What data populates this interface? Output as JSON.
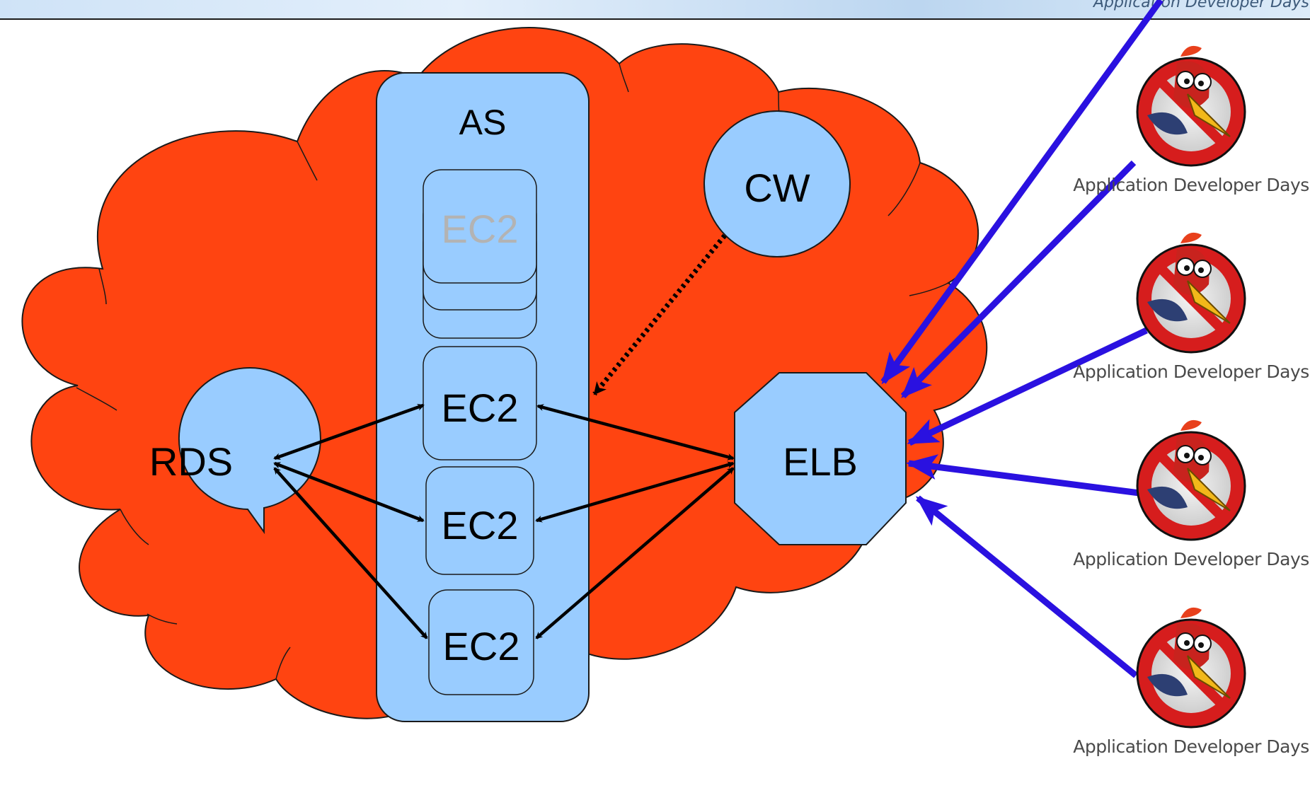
{
  "header": {
    "caption": "Application Developer Days"
  },
  "nodes": {
    "autoscaling": {
      "label": "AS"
    },
    "cloudwatch": {
      "label": "CW"
    },
    "rds": {
      "label": "RDS"
    },
    "elb": {
      "label": "ELB"
    },
    "ec2_pending": {
      "label": "EC2",
      "state": "inactive"
    },
    "ec2_instances": [
      {
        "label": "EC2"
      },
      {
        "label": "EC2"
      },
      {
        "label": "EC2"
      }
    ]
  },
  "clients": [
    {
      "caption": "Application Developer Days"
    },
    {
      "caption": "Application Developer Days"
    },
    {
      "caption": "Application Developer Days"
    },
    {
      "caption": "Application Developer Days"
    }
  ],
  "colors": {
    "cloud": "#ff4411",
    "node_fill": "#99ccff",
    "client_arrow": "#2a11e0",
    "inactive_text": "#b3b3b3"
  }
}
